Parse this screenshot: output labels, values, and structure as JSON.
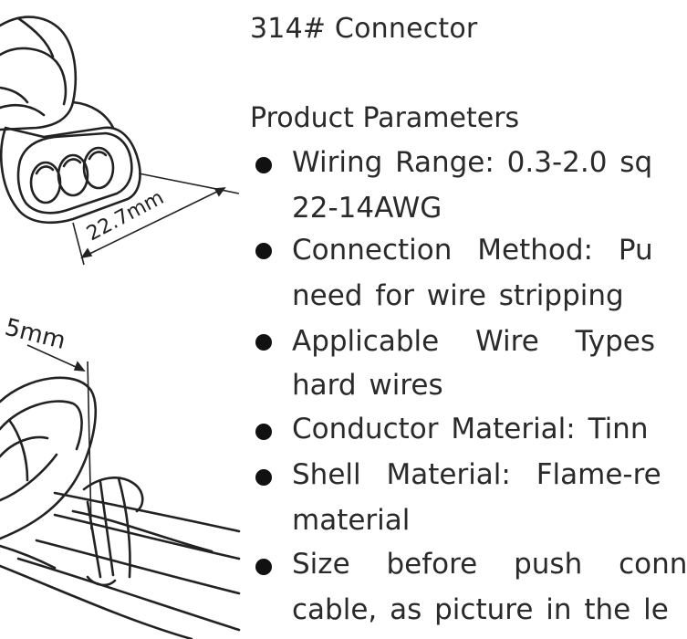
{
  "title": "314# Connector",
  "subtitle": "Product Parameters",
  "dimensions": {
    "top_label": "22.7mm",
    "bottom_label": "5mm"
  },
  "bullets": [
    {
      "line1": "Wiring Range: 0.3-2.0 sq",
      "line2": "22-14AWG"
    },
    {
      "line1": "Connection  Method: Pu",
      "line2": "need for wire stripping"
    },
    {
      "line1": "Applicable  Wire  Types",
      "line2": "hard wires"
    },
    {
      "line1": "Conductor Material: Tinn",
      "line2": ""
    },
    {
      "line1": "Shell  Material: Flame-re",
      "line2": "material"
    },
    {
      "line1": "Size  before  push  conn",
      "line2": "cable, as picture in the le"
    }
  ]
}
